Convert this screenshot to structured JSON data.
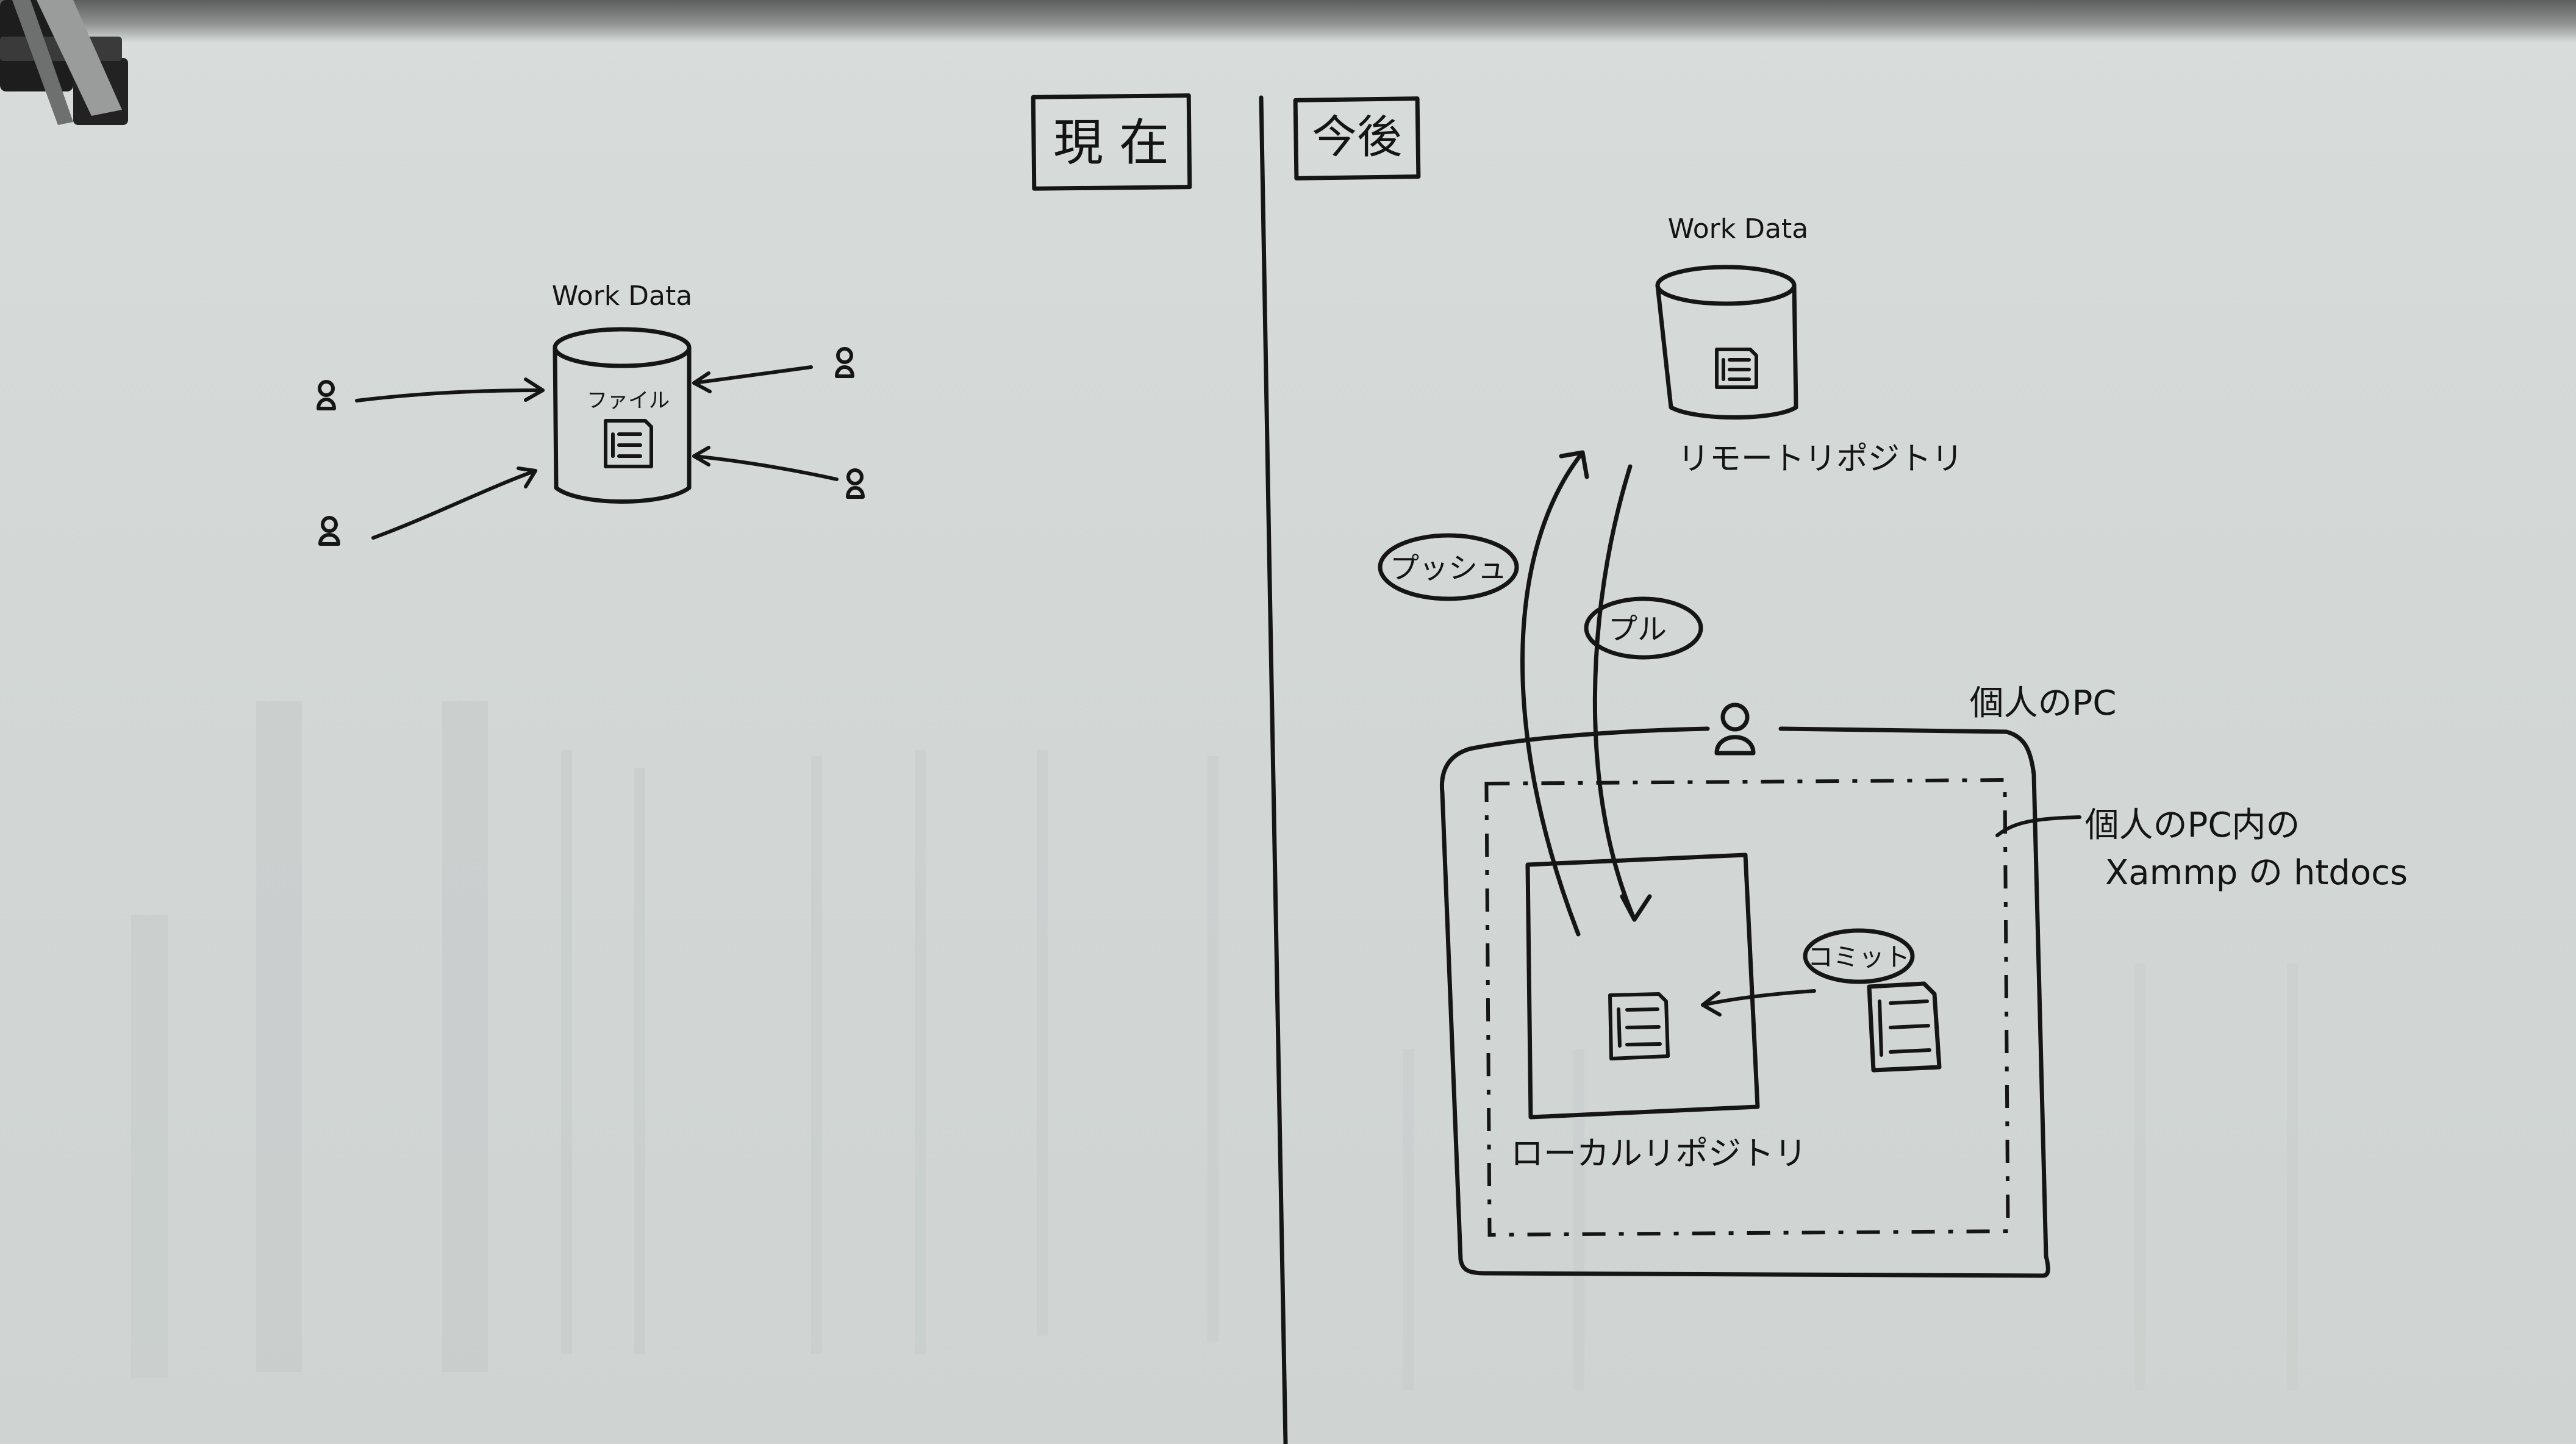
{
  "current": {
    "heading": "現 在",
    "store_label": "Work Data",
    "file_label": "ファイル"
  },
  "future": {
    "heading": "今後",
    "remote_store_label": "Work Data",
    "remote_repository_label": "リモートリポジトリ",
    "push_label": "プッシュ",
    "pull_label": "プル",
    "personal_pc_label": "個人のPC",
    "htdocs_label_line1": "個人のPC内の",
    "htdocs_label_line2": "Xammp の htdocs",
    "commit_label": "コミット",
    "local_repository_label": "ローカルリポジトリ"
  },
  "colors": {
    "paper": "#d5dad8",
    "ink": "#151515"
  }
}
